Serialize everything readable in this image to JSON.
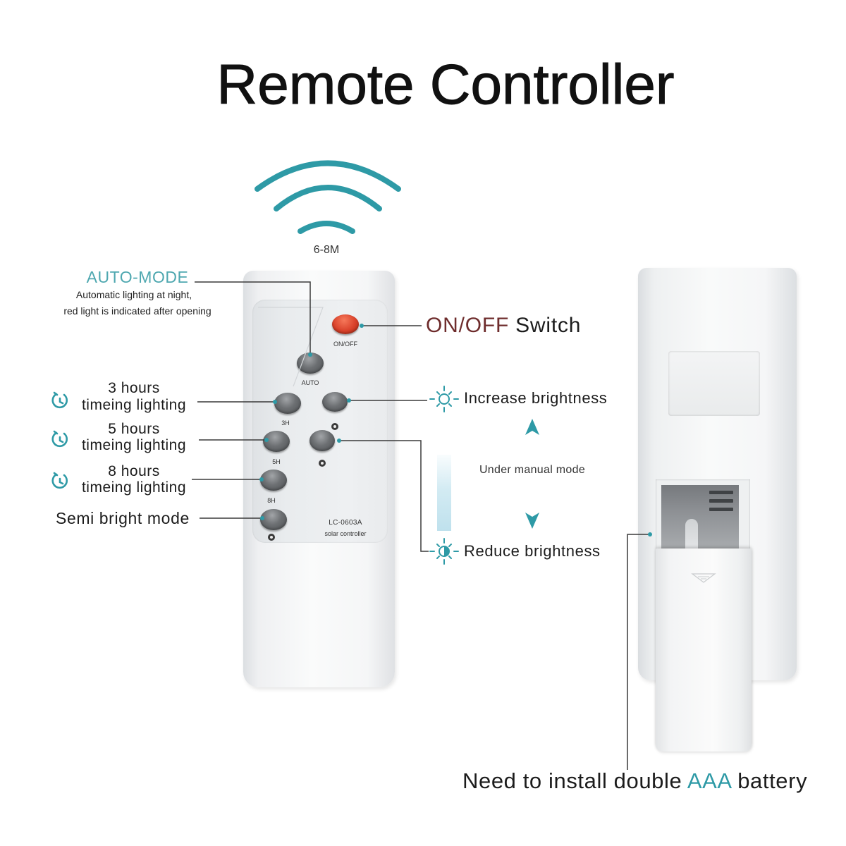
{
  "title": "Remote Controller",
  "signal": {
    "range_label": "6-8M",
    "icon": "wireless-signal-icon"
  },
  "remote_front": {
    "onoff_label": "ON/OFF",
    "auto_label": "AUTO",
    "h3_label": "3H",
    "h5_label": "5H",
    "h8_label": "8H",
    "model": "LC-0603A",
    "model_subtitle": "solar controller"
  },
  "callouts": {
    "auto_mode": {
      "title": "AUTO-MODE",
      "desc_line1": "Automatic lighting at night,",
      "desc_line2": "red light is indicated after opening"
    },
    "onoff": {
      "highlight": "ON/OFF",
      "rest": "Switch"
    },
    "timers": [
      {
        "line1": "3 hours",
        "line2": "timeing lighting",
        "icon": "timer-icon"
      },
      {
        "line1": "5 hours",
        "line2": "timeing lighting",
        "icon": "timer-icon"
      },
      {
        "line1": "8 hours",
        "line2": "timeing lighting",
        "icon": "timer-icon"
      }
    ],
    "semi_bright": "Semi bright mode",
    "increase_brightness": {
      "label": "Increase brightness",
      "icon": "sun-icon"
    },
    "manual_mode": "Under manual mode",
    "reduce_brightness": {
      "label": "Reduce brightness",
      "icon": "dim-sun-icon"
    },
    "battery": {
      "before": "Need to install double ",
      "highlight": "AAA",
      "after": " battery"
    }
  },
  "colors": {
    "accent": "#2e9aa6",
    "accent_light": "#4fa8b0",
    "onoff_highlight": "#6e2c2c",
    "button_red": "#d9412a",
    "line": "#3a3a3a",
    "text": "#1c1c1c"
  }
}
